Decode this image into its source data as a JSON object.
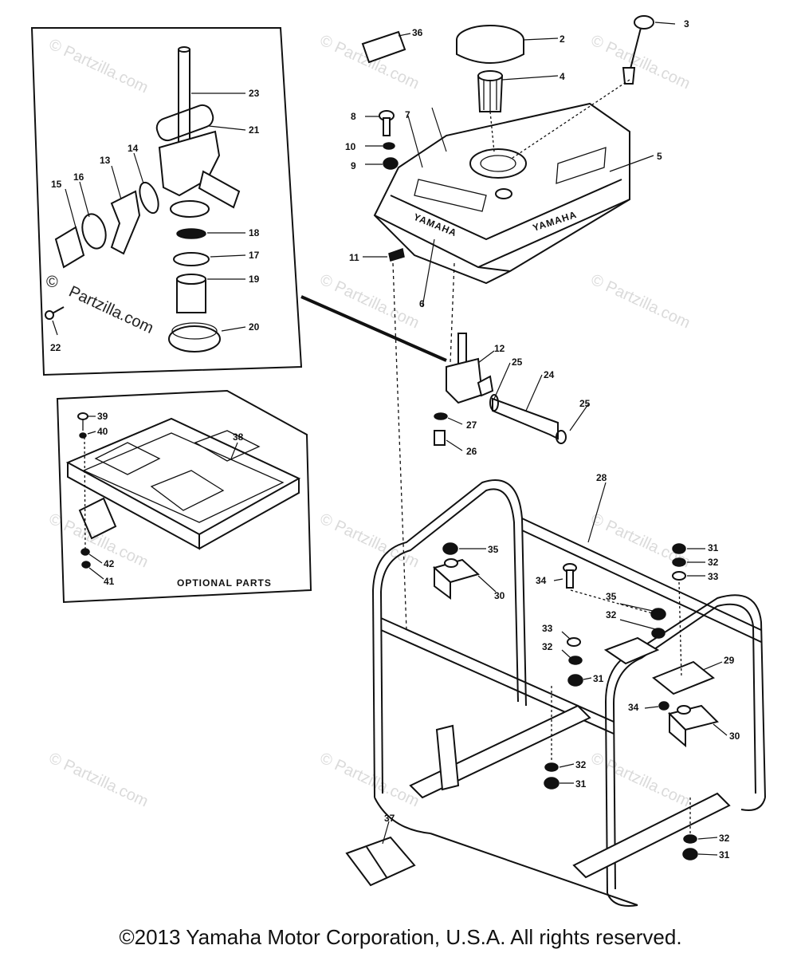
{
  "diagram": {
    "callouts": [
      "2",
      "3",
      "4",
      "5",
      "6",
      "7",
      "8",
      "9",
      "10",
      "11",
      "12",
      "13",
      "14",
      "15",
      "16",
      "17",
      "18",
      "19",
      "20",
      "21",
      "22",
      "23",
      "24",
      "25",
      "26",
      "27",
      "28",
      "29",
      "30",
      "31",
      "32",
      "33",
      "34",
      "35",
      "36",
      "37",
      "38",
      "39",
      "40",
      "41",
      "42"
    ],
    "optional_parts_label": "OPTIONAL PARTS",
    "tank_brand_label": "YAMAHA",
    "watermark_text": "© Partzilla.com",
    "watermark_dark_symbol": "©",
    "watermark_dark_text": "Partzilla.com"
  },
  "footer": {
    "copyright": "©2013 Yamaha Motor Corporation, U.S.A. All rights reserved."
  }
}
